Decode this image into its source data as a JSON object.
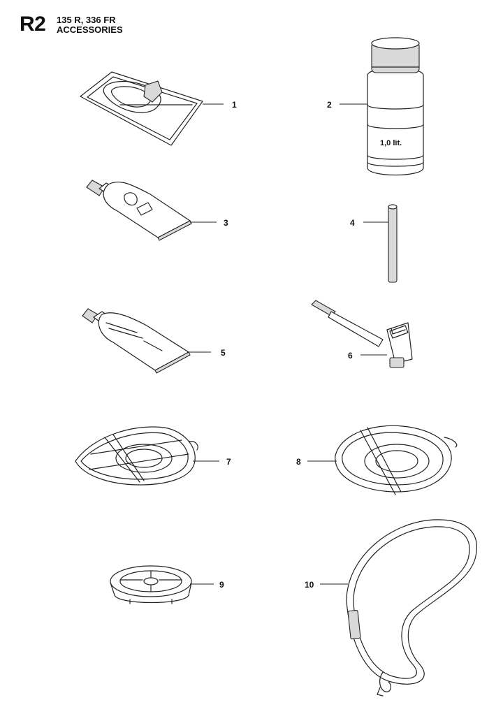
{
  "header": {
    "section_code": "R2",
    "models": "135 R, 336 FR",
    "title": "ACCESSORIES"
  },
  "parts": [
    {
      "callout": "1",
      "icon": "bag-icon"
    },
    {
      "callout": "2",
      "icon": "oil-bottle-icon",
      "label": "1,0 lit."
    },
    {
      "callout": "3",
      "icon": "grease-tube-icon"
    },
    {
      "callout": "4",
      "icon": "locking-pin-icon"
    },
    {
      "callout": "5",
      "icon": "grease-tube-icon"
    },
    {
      "callout": "6",
      "icon": "combination-spanner-icon"
    },
    {
      "callout": "7",
      "icon": "trimmer-guard-icon"
    },
    {
      "callout": "8",
      "icon": "trimmer-guard-icon"
    },
    {
      "callout": "9",
      "icon": "support-cup-icon"
    },
    {
      "callout": "10",
      "icon": "harness-strap-icon"
    }
  ]
}
